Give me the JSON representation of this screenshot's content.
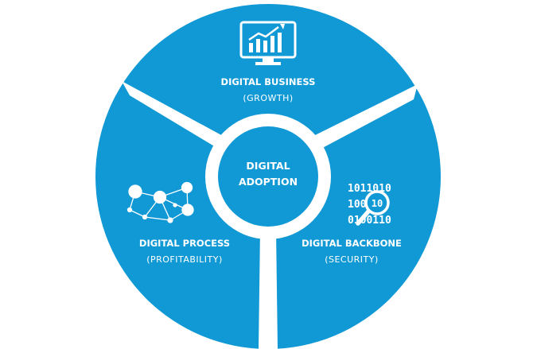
{
  "diagram": {
    "center": {
      "line1": "DIGITAL",
      "line2": "ADOPTION"
    },
    "segments": [
      {
        "title": "DIGITAL BUSINESS",
        "subtitle": "(GROWTH)",
        "icon": "monitor-growth-chart-icon"
      },
      {
        "title": "DIGITAL PROCESS",
        "subtitle": "(PROFITABILITY)",
        "icon": "network-nodes-icon"
      },
      {
        "title": "DIGITAL BACKBONE",
        "subtitle": "(SECURITY)",
        "icon": "binary-magnifier-icon",
        "binary_lines": [
          "1011010",
          "100110",
          "0100110"
        ],
        "magnifier_text": "10"
      }
    ],
    "colors": {
      "segment": "#1199d6",
      "divider": "#ffffff",
      "background": "#ffffff"
    }
  }
}
